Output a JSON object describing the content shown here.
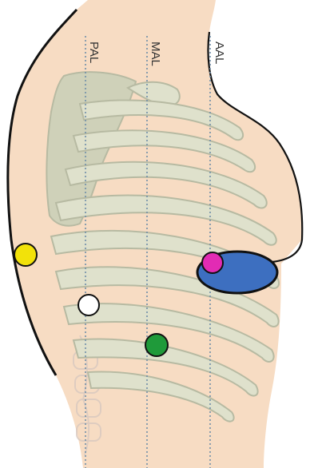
{
  "lines": [
    {
      "label": "PAL"
    },
    {
      "label": "MAL"
    },
    {
      "label": "AAL"
    }
  ],
  "markers": [
    {
      "name": "yellow-marker",
      "color": "#f2e20a"
    },
    {
      "name": "white-marker",
      "color": "#ffffff"
    },
    {
      "name": "green-marker",
      "color": "#1f9a3a"
    },
    {
      "name": "magenta-marker",
      "color": "#e22bb4"
    },
    {
      "name": "blue-oval-marker",
      "color": "#3d6fc0"
    }
  ],
  "colors": {
    "skin": "#f7dcc3",
    "bone": "#dfe1cc",
    "bone_outline": "#b7baa2",
    "guideline": "#6f8ea8"
  }
}
